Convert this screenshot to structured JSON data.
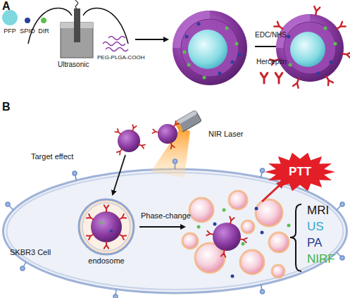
{
  "diagram": {
    "nodes": [
      {
        "text": [
          "SKBR3 Cell"
        ]
      },
      {
        "text": [
          "endosome"
        ],
        "in": 0
      },
      {
        "text": [
          "PTT"
        ]
      }
    ],
    "labels": [
      "A",
      "Ultrasonic",
      "PEG-PLGA-COOH",
      "EDC/NHS",
      "Herceptin",
      "B",
      "NIR Laser",
      "Target effect",
      "Phase-change",
      "MRI",
      "US",
      "PA",
      "NIRF"
    ],
    "legend": [
      {
        "text": "PFP",
        "color": "#7fd8e0"
      },
      {
        "text": "SPIO",
        "color": "#2b3f9e"
      },
      {
        "text": "DIR",
        "color": "#5cbf4e"
      }
    ]
  }
}
